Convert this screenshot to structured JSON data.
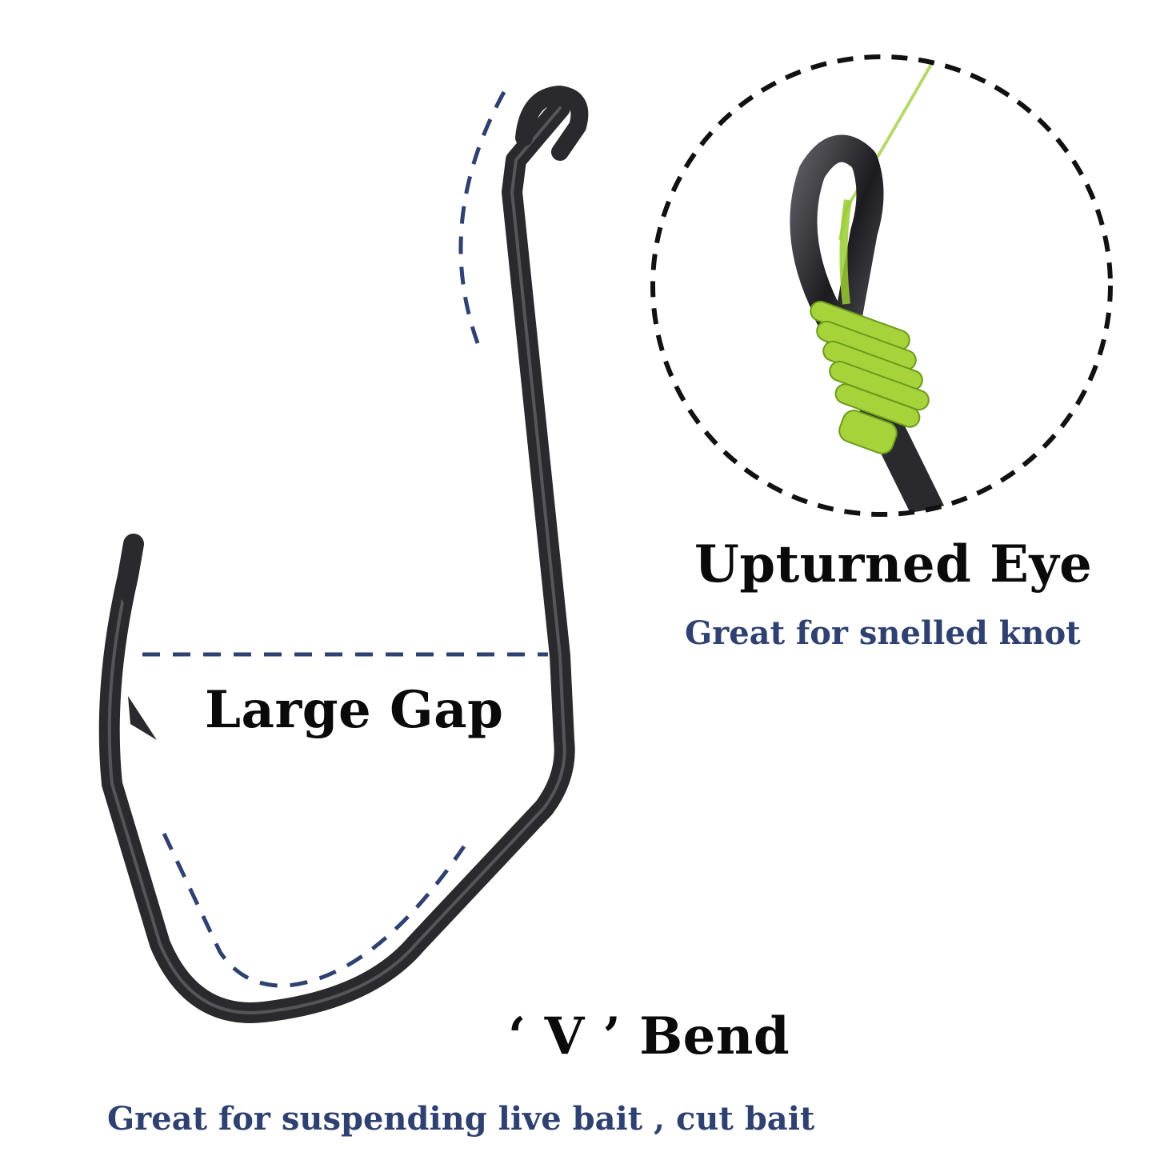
{
  "labels": {
    "upturned_eye_title": "Upturned Eye",
    "upturned_eye_caption": "Great for snelled knot",
    "large_gap_title": "Large Gap",
    "v_bend_title": "‘ V ’ Bend",
    "v_bend_caption": "Great for suspending live bait , cut bait"
  },
  "colors": {
    "background": "#ffffff",
    "hook_metal": "#2a2a2e",
    "dashed_guides": "#2f4170",
    "caption_text": "#2f4170",
    "title_text": "#0a0a0a",
    "fishing_line": "#9acd32",
    "circle_outline": "#111111"
  }
}
